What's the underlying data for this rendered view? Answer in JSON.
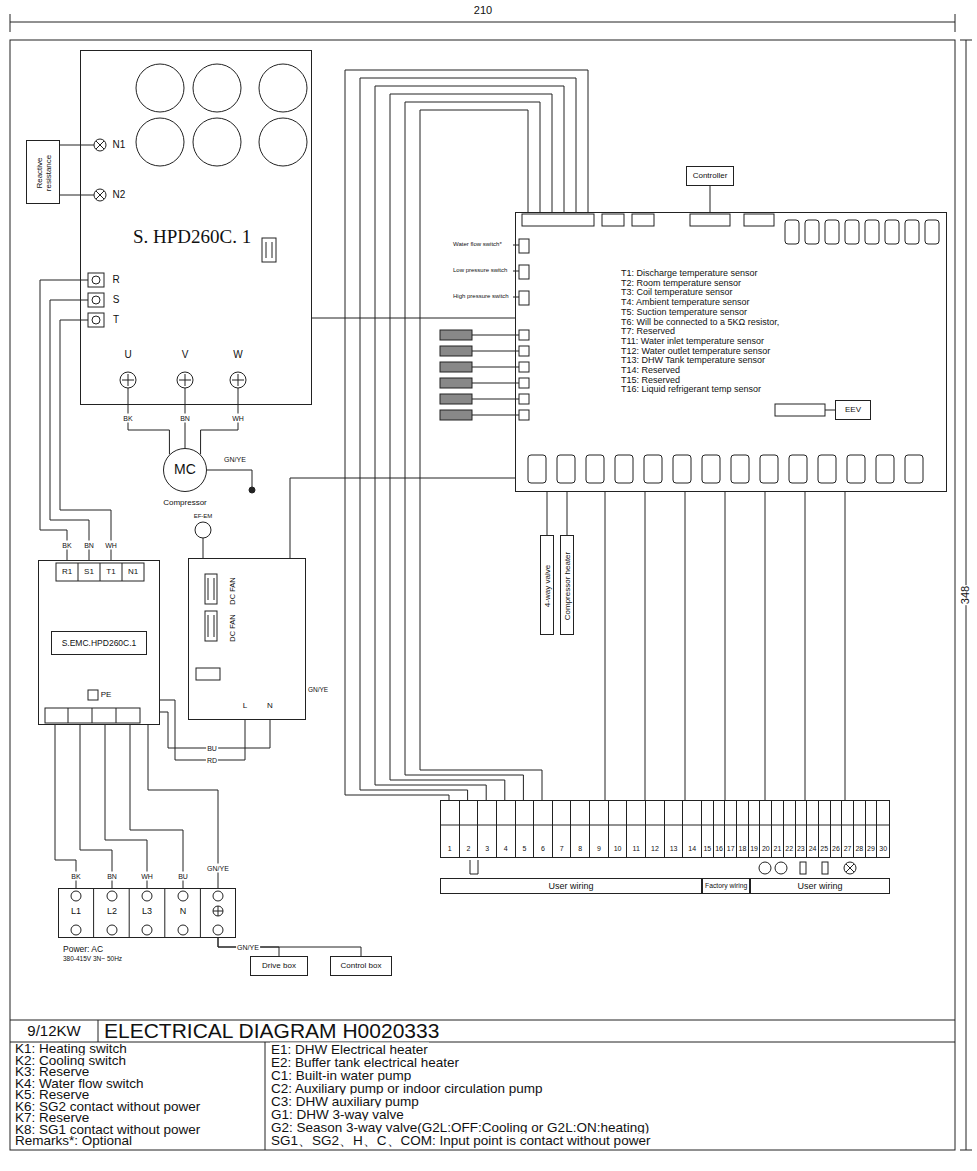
{
  "diagram": {
    "title": "ELECTRICAL DIAGRAM H0020333",
    "nodes": [
      {
        "text": [
          "S. HPD260C. 1"
        ]
      },
      {
        "text": [
          "Reactive resistance"
        ]
      },
      {
        "text": [
          "MC",
          "Compressor"
        ]
      },
      {
        "text": [
          "S.EMC.HPD260C.1"
        ]
      },
      {
        "text": [
          "DC FAN",
          "DC FAN"
        ]
      },
      {
        "text": [
          "Power: AC",
          "380-415V 3N~ 50Hz"
        ]
      },
      {
        "text": [
          "Drive box"
        ]
      },
      {
        "text": [
          "Control box"
        ]
      },
      {
        "text": [
          "T1: Discharge temperature sensor",
          "T2: Room temperature sensor",
          "T3: Coil temperature sensor",
          "T4: Ambient temperature sensor",
          "T5: Suction temperature sensor",
          "T6: Will be connected to a 5KΩ resistor,",
          "T7: Reserved",
          "T11: Water inlet temperature sensor",
          "T12: Water outlet temperature sensor",
          "T13: DHW Tank temperature sensor",
          "T14: Reserved",
          "T15: Reserved",
          "T16: Liquid refrigerant temp sensor"
        ]
      },
      {
        "text": [
          "Controller"
        ]
      },
      {
        "text": [
          "EEV"
        ],
        "in": 8
      },
      {
        "text": [
          "1",
          "2",
          "3",
          "4",
          "5",
          "6",
          "7",
          "8",
          "9",
          "10",
          "11",
          "12",
          "13",
          "14",
          "15",
          "16",
          "17",
          "18",
          "19",
          "20",
          "21",
          "22",
          "23",
          "24",
          "25",
          "26",
          "27",
          "28",
          "29",
          "30"
        ]
      },
      {
        "text": [
          "User wiring"
        ]
      },
      {
        "text": [
          "Factory wiring"
        ]
      },
      {
        "text": [
          "User wiring"
        ]
      },
      {
        "text": [
          "4-way valve"
        ]
      },
      {
        "text": [
          "Compressor heater"
        ]
      }
    ],
    "edges": [
      {
        "from": 1,
        "to": 0,
        "arrow": "none"
      },
      {
        "from": 1,
        "to": 0,
        "arrow": "none"
      },
      {
        "from": 0,
        "to": 2,
        "label": "BK",
        "arrow": "none"
      },
      {
        "from": 0,
        "to": 2,
        "label": "BN",
        "arrow": "none"
      },
      {
        "from": 0,
        "to": 2,
        "label": "WH",
        "arrow": "none"
      },
      {
        "from": 3,
        "to": 0,
        "label": "BK",
        "arrow": "none"
      },
      {
        "from": 3,
        "to": 0,
        "label": "BN",
        "arrow": "none"
      },
      {
        "from": 3,
        "to": 0,
        "label": "WH",
        "arrow": "none"
      },
      {
        "from": 5,
        "to": 3,
        "label": "BK",
        "arrow": "none"
      },
      {
        "from": 5,
        "to": 3,
        "label": "BN",
        "arrow": "none"
      },
      {
        "from": 5,
        "to": 3,
        "label": "WH",
        "arrow": "none"
      },
      {
        "from": 5,
        "to": 3,
        "label": "BU",
        "arrow": "none"
      },
      {
        "from": 5,
        "to": 3,
        "label": "GN/YE",
        "arrow": "none"
      },
      {
        "from": 3,
        "to": 4,
        "label": "RD",
        "arrow": "none"
      },
      {
        "from": 3,
        "to": 4,
        "label": "BU",
        "arrow": "none"
      },
      {
        "from": 5,
        "to": 6,
        "label": "GN/YE",
        "arrow": "none"
      },
      {
        "from": 5,
        "to": 7,
        "arrow": "none"
      },
      {
        "from": 8,
        "to": 9,
        "arrow": "none"
      },
      {
        "from": 0,
        "to": 8,
        "arrow": "none"
      },
      {
        "from": 4,
        "to": 8,
        "arrow": "none"
      },
      {
        "from": 8,
        "to": 11,
        "arrow": "none"
      },
      {
        "from": 8,
        "to": 11,
        "arrow": "none"
      },
      {
        "from": 8,
        "to": 11,
        "arrow": "none"
      },
      {
        "from": 8,
        "to": 11,
        "arrow": "none"
      },
      {
        "from": 8,
        "to": 11,
        "arrow": "none"
      },
      {
        "from": 8,
        "to": 11,
        "arrow": "none"
      },
      {
        "from": 8,
        "to": 11,
        "arrow": "none"
      },
      {
        "from": 8,
        "to": 11,
        "arrow": "none"
      },
      {
        "from": 8,
        "to": 11,
        "arrow": "none"
      },
      {
        "from": 8,
        "to": 11,
        "arrow": "none"
      },
      {
        "from": 8,
        "to": 11,
        "arrow": "none"
      },
      {
        "from": 8,
        "to": 11,
        "arrow": "none"
      },
      {
        "from": 8,
        "to": 11,
        "arrow": "none"
      },
      {
        "from": 8,
        "to": 15,
        "arrow": "none"
      },
      {
        "from": 8,
        "to": 16,
        "arrow": "none"
      }
    ],
    "labels": [
      "210",
      "348",
      "N1",
      "N2",
      "R",
      "S",
      "T",
      "U",
      "V",
      "W",
      "GN/YE",
      "R1",
      "S1",
      "T1",
      "N1",
      "PE",
      "EF-EM",
      "GN/YE",
      "L",
      "N",
      "L1",
      "L2",
      "L3",
      "N",
      "Water flow switch*",
      "Low pressure switch",
      "High pressure switch",
      "9/12KW",
      "K1: Heating switch",
      "K2: Cooling switch",
      "K3: Reserve",
      "K4: Water flow switch",
      "K5: Reserve",
      "K6: SG2 contact without power",
      "K7: Reserve",
      "K8: SG1 contact without power",
      "Remarks*: Optional",
      "E1: DHW Electrical heater",
      "E2: Buffer tank electrical heater",
      "C1: Built-in water pump",
      "C2: Auxiliary pump or indoor circulation pump",
      "C3: DHW auxiliary pump",
      "G1: DHW 3-way valve",
      "G2: Season 3-way valve(G2L:OFF:Cooling or G2L:ON:heating)",
      "SG1、SG2、H、C、COM: Input point is contact without power"
    ]
  }
}
